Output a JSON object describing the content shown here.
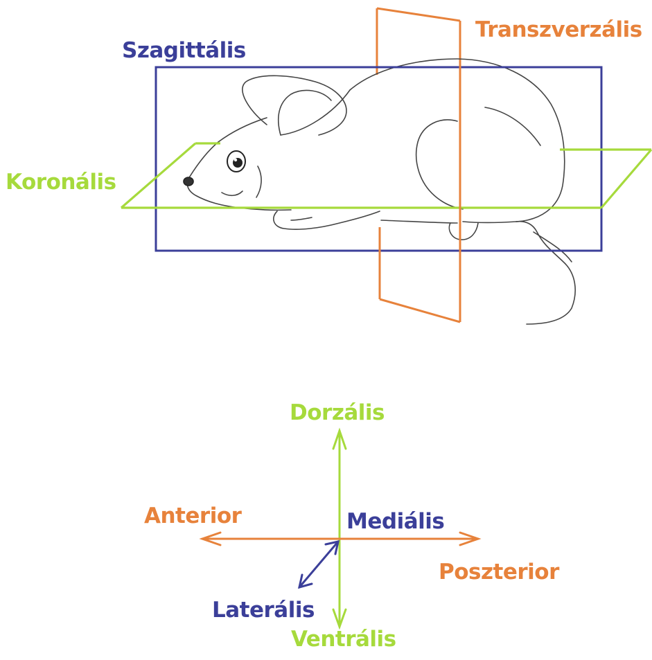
{
  "planes": {
    "sagittal": {
      "label": "Szagittális",
      "color": "#3b3f99"
    },
    "transverse": {
      "label": "Transzverzális",
      "color": "#e7823b"
    },
    "coronal": {
      "label": "Koronális",
      "color": "#a6da3c"
    }
  },
  "directions": {
    "dorsal": {
      "label": "Dorzális",
      "color": "#a6da3c"
    },
    "ventral": {
      "label": "Ventrális",
      "color": "#a6da3c"
    },
    "anterior": {
      "label": "Anterior",
      "color": "#e7823b"
    },
    "posterior": {
      "label": "Poszterior",
      "color": "#e7823b"
    },
    "medial": {
      "label": "Mediális",
      "color": "#3b3f99"
    },
    "lateral": {
      "label": "Laterális",
      "color": "#3b3f99"
    }
  },
  "illustration": {
    "subject": "mouse-sketch"
  }
}
